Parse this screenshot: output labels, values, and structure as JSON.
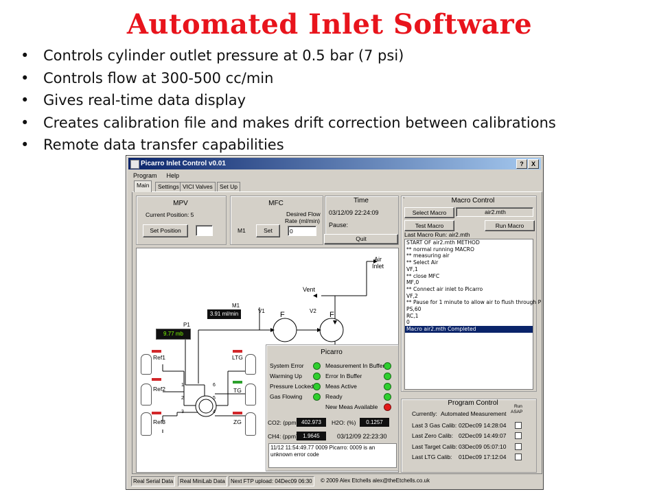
{
  "slide": {
    "title": "Automated Inlet Software",
    "bullets": [
      "Controls cylinder outlet pressure at 0.5 bar (7 psi)",
      "Controls flow at 300-500 cc/min",
      "Gives real-time data display",
      "Creates calibration file and makes drift correction between calibrations",
      "Remote data transfer capabilities"
    ]
  },
  "window": {
    "title": "Picarro Inlet Control v0.01",
    "help_btn": "?",
    "close_btn": "X",
    "menu": [
      "Program",
      "Help"
    ],
    "tabs": [
      "Main",
      "Settings",
      "VICI Valves",
      "Set Up"
    ]
  },
  "mpv": {
    "title": "MPV",
    "current_position": "Current Position: 5",
    "set_position": "Set Position",
    "position_value": ""
  },
  "mfc": {
    "title": "MFC",
    "desired_flow_line1": "Desired Flow",
    "desired_flow_line2": "Rate  (ml/min)",
    "m1": "M1",
    "set": "Set",
    "flow_value": "0"
  },
  "time": {
    "title": "Time",
    "datetime": "03/12/09 22:24:09",
    "pause": "Pause:",
    "quit": "Quit"
  },
  "macro": {
    "title": "Macro Control",
    "marker": "`",
    "select_macro": "Select Macro",
    "macro_file": "air2.mth",
    "test_macro": "Test Macro",
    "run_macro": "Run Macro",
    "last_run": "Last Macro Run: air2.mth",
    "lines": [
      "START OF air2.mth METHOD",
      "** normal running MACRO",
      "** measuring air",
      "** Select Air",
      "VF,1",
      "** close MFC",
      "MF,0",
      "** Connect air inlet to Picarro",
      "VF,2",
      "** Pause for 1 minute to allow air to flush through P",
      "PS,60",
      "RC,1",
      "0",
      "Macro air2.mth Completed"
    ]
  },
  "diagram": {
    "air_inlet_1": "Air",
    "air_inlet_2": "Inlet",
    "vent": "Vent",
    "m1": "M1",
    "flow_readout": "3.91 ml/min",
    "p1": "P1",
    "pressure_readout": "9.77 mb",
    "v1": "V1",
    "v2": "V2",
    "f1": "F",
    "f2": "F",
    "ref1": "Ref1",
    "ref2": "Ref2",
    "ref3": "Ref3",
    "ltg": "LTG",
    "tg": "TG",
    "zg": "ZG",
    "port1": "1",
    "port2": "2",
    "port3": "3",
    "port4": "4",
    "port5": "5",
    "port6": "6"
  },
  "picarro": {
    "title": "Picarro",
    "status_left": [
      "System Error",
      "Warming Up",
      "Pressure Locked",
      "Gas Flowing"
    ],
    "status_right": [
      "Measurement In Buffer",
      "Error In Buffer",
      "Meas Active",
      "Ready",
      "New Meas Available"
    ],
    "co2_label": "CO2: (ppm)",
    "co2_value": "402.973",
    "h2o_label": "H2O: (%)",
    "h2o_value": "0.1257",
    "ch4_label": "CH4: (ppm)",
    "ch4_value": "1.9645",
    "timestamp": "03/12/09 22:23:30",
    "log_line1": "11/12 11:54:49.77 0009 Picarro: 0009 is an",
    "log_line2": "unknown error code",
    "colors": {
      "led_on": "#2ecf2e",
      "led_alert": "#e21a1a"
    }
  },
  "program": {
    "title": "Program Control",
    "currently_label": "Currently:",
    "currently_value": "Automated Measurement",
    "run_asap_1": "Run",
    "run_asap_2": "ASAP",
    "rows": [
      {
        "label": "Last 3 Gas Calib:",
        "value": "02Dec09  14:28:04"
      },
      {
        "label": "Last Zero Calib:",
        "value": "02Dec09  14:49:07"
      },
      {
        "label": "Last Target Calib:",
        "value": "03Dec09  05:07:10"
      },
      {
        "label": "Last LTG Calib:",
        "value": "01Dec09  17:12:04"
      }
    ]
  },
  "statusbar": [
    "Real Serial Data",
    "Real MiniLab Data",
    "Next FTP upload: 04Dec09  06:30",
    "© 2009 Alex Etchells alex@theEtchells.co.uk"
  ]
}
